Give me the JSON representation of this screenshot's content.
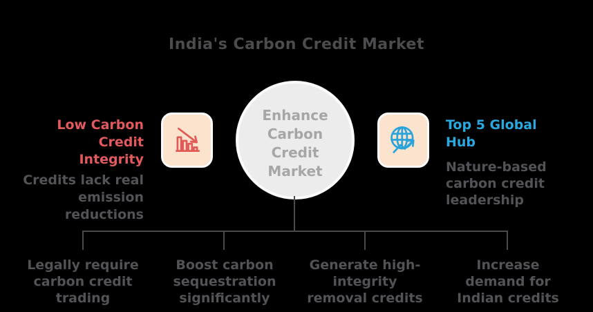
{
  "title": "India's Carbon Credit Market",
  "colors": {
    "background": "#000000",
    "title_text": "#4c4c4e",
    "body_text": "#525257",
    "problem_accent": "#e25a5e",
    "goal_accent": "#2aa9e0",
    "icon_tile_fill": "#fbe3cd",
    "icon_tile_border": "#fdfdfd",
    "circle_fill": "#ececec",
    "circle_border": "#fbfbfb",
    "circle_text": "#a6a6a8",
    "connector_line": "#4a4a4a",
    "chart_icon_stroke": "#e15a55",
    "globe_icon_stroke": "#2aa4da"
  },
  "center_circle": {
    "lines": [
      "Enhance",
      "Carbon",
      "Credit",
      "Market"
    ]
  },
  "problem": {
    "icon": "declining-bar-chart-icon",
    "heading_lines": [
      "Low Carbon",
      "Credit",
      "Integrity"
    ],
    "description_lines": [
      "Credits lack real",
      "emission",
      "reductions"
    ]
  },
  "goal": {
    "icon": "globe-growth-icon",
    "heading_lines": [
      "Top 5 Global",
      "Hub"
    ],
    "description_lines": [
      "Nature-based",
      "carbon credit",
      "leadership"
    ]
  },
  "outcomes": [
    {
      "lines": [
        "Legally require",
        "carbon credit",
        "trading"
      ]
    },
    {
      "lines": [
        "Boost carbon",
        "sequestration",
        "significantly"
      ]
    },
    {
      "lines": [
        "Generate high-",
        "integrity",
        "removal credits"
      ]
    },
    {
      "lines": [
        "Increase",
        "demand for",
        "Indian credits"
      ]
    }
  ]
}
